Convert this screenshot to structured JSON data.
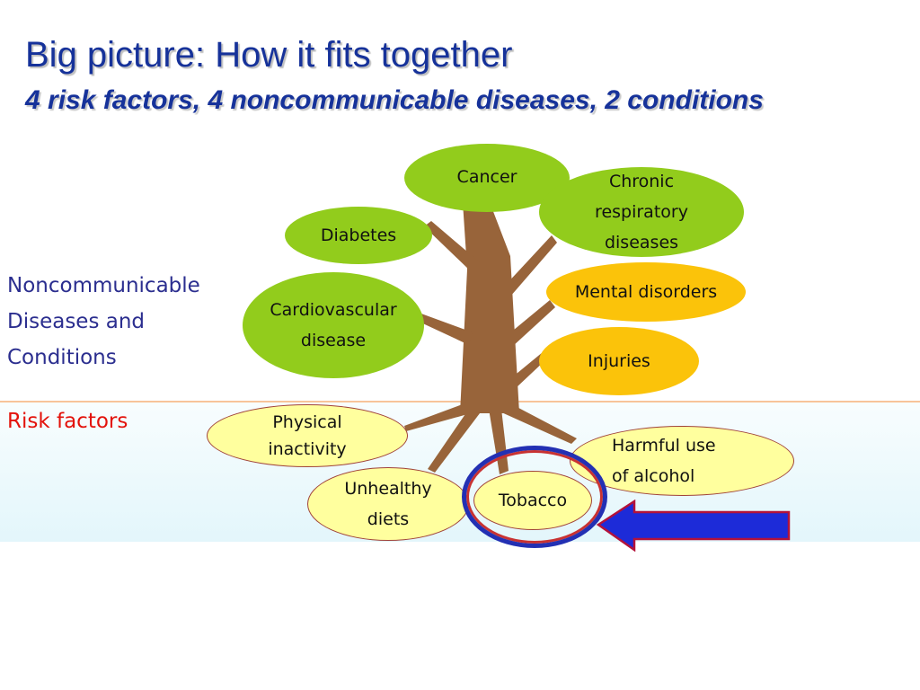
{
  "slide": {
    "title": "Big picture: How it fits together",
    "subtitle": "4 risk factors, 4 noncommunicable diseases, 2 conditions"
  },
  "labels": {
    "ncd_lines": [
      "Noncommunicable",
      "Diseases and",
      "Conditions"
    ],
    "risk_factors": "Risk factors"
  },
  "diseases": {
    "cancer": [
      "Cancer"
    ],
    "chronic_respiratory": [
      "Chronic",
      "respiratory",
      "diseases"
    ],
    "diabetes": [
      "Diabetes"
    ],
    "cardiovascular": [
      "Cardiovascular",
      "disease"
    ]
  },
  "conditions": {
    "mental": [
      "Mental disorders"
    ],
    "injuries": [
      "Injuries"
    ]
  },
  "risk_factors": {
    "physical_inactivity": [
      "Physical",
      "inactivity"
    ],
    "harmful_alcohol": [
      "Harmful use",
      "of alcohol"
    ],
    "unhealthy_diets": [
      "Unhealthy",
      "diets"
    ],
    "tobacco": [
      "Tobacco"
    ]
  },
  "colors": {
    "title": "#16329a",
    "side_label": "#2b2e8f",
    "risk_label": "#e3120b",
    "disease_fill": "#92cc1c",
    "condition_fill": "#fbc30a",
    "risk_fill": "#ffff9e",
    "tree": "#98643a",
    "highlight_ring": "#2330b3",
    "arrow": "#1d2bd8"
  },
  "highlight": "Tobacco"
}
